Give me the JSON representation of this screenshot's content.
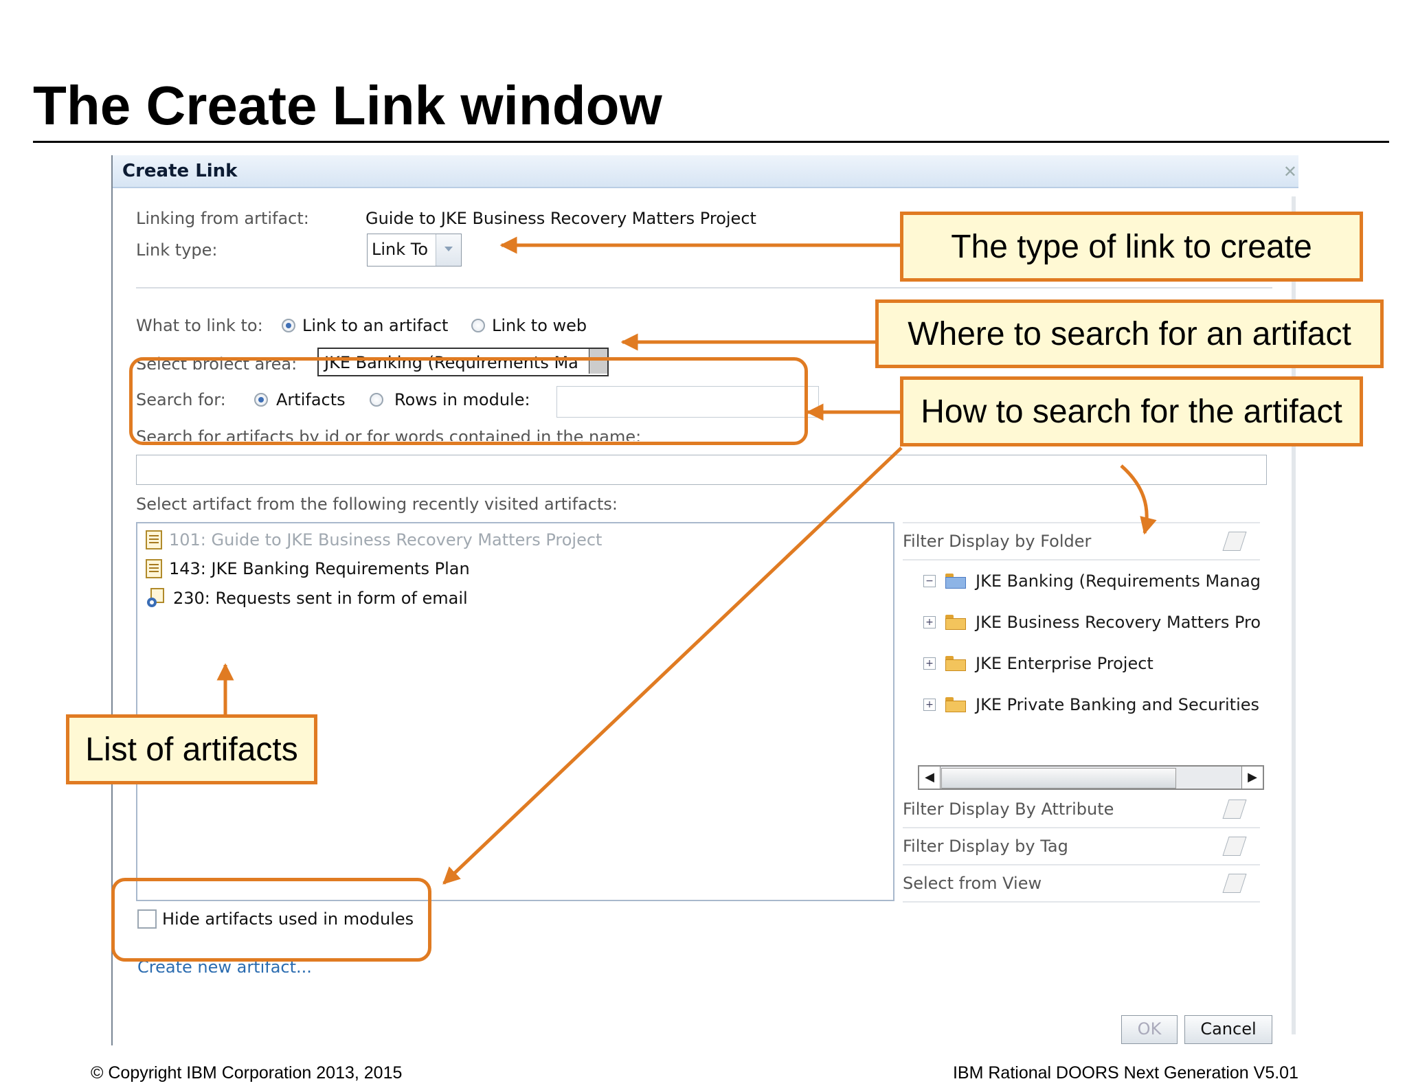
{
  "slide": {
    "title": "The Create Link window",
    "footer_left": "© Copyright IBM Corporation 2013, 2015",
    "footer_right": "IBM Rational DOORS Next Generation V5.01"
  },
  "dialog": {
    "title": "Create Link",
    "linking_from_label": "Linking from artifact:",
    "linking_from_value": "Guide to JKE Business Recovery Matters Project",
    "link_type_label": "Link type:",
    "link_type_value": "Link To",
    "what_to_link_label": "What to link to:",
    "radio_link_artifact": "Link to an artifact",
    "radio_link_web": "Link to web",
    "project_area_label": "Select project area:",
    "project_area_value": "JKE Banking (Requirements Ma",
    "search_for_label": "Search for:",
    "radio_artifacts": "Artifacts",
    "radio_rows_in_module": "Rows in module:",
    "search_hint": "Search for artifacts by id or for words contained in the name:",
    "search_value": "",
    "recent_label": "Select artifact from the following recently visited artifacts:",
    "artifacts": [
      {
        "label": "101: Guide to JKE Business Recovery Matters Project",
        "icon": "document-icon"
      },
      {
        "label": "143: JKE Banking Requirements Plan",
        "icon": "document-icon"
      },
      {
        "label": "230: Requests sent in form of email",
        "icon": "email-artifact-icon"
      }
    ],
    "filter_folder_label": "Filter Display by Folder",
    "folders": [
      {
        "label": "JKE Banking (Requirements Manag",
        "expander": "−"
      },
      {
        "label": "JKE Business Recovery Matters Pro",
        "expander": "+"
      },
      {
        "label": "JKE Enterprise Project",
        "expander": "+"
      },
      {
        "label": "JKE Private Banking and Securities",
        "expander": "+"
      }
    ],
    "filter_attribute_label": "Filter Display By Attribute",
    "filter_tag_label": "Filter Display by Tag",
    "select_view_label": "Select from View",
    "hide_artifacts_label": "Hide artifacts used in modules",
    "create_new_link": "Create new artifact...",
    "ok_label": "OK",
    "cancel_label": "Cancel"
  },
  "annotations": {
    "link_type": "The type of link to create",
    "search_where": "Where to search for an artifact",
    "search_how": "How to search for the artifact",
    "list": "List of artifacts"
  },
  "colors": {
    "accent_orange": "#e07b22",
    "callout_fill": "#fff9d4",
    "header_blue": "#d7e5f4",
    "link_blue": "#2b6cb0"
  }
}
